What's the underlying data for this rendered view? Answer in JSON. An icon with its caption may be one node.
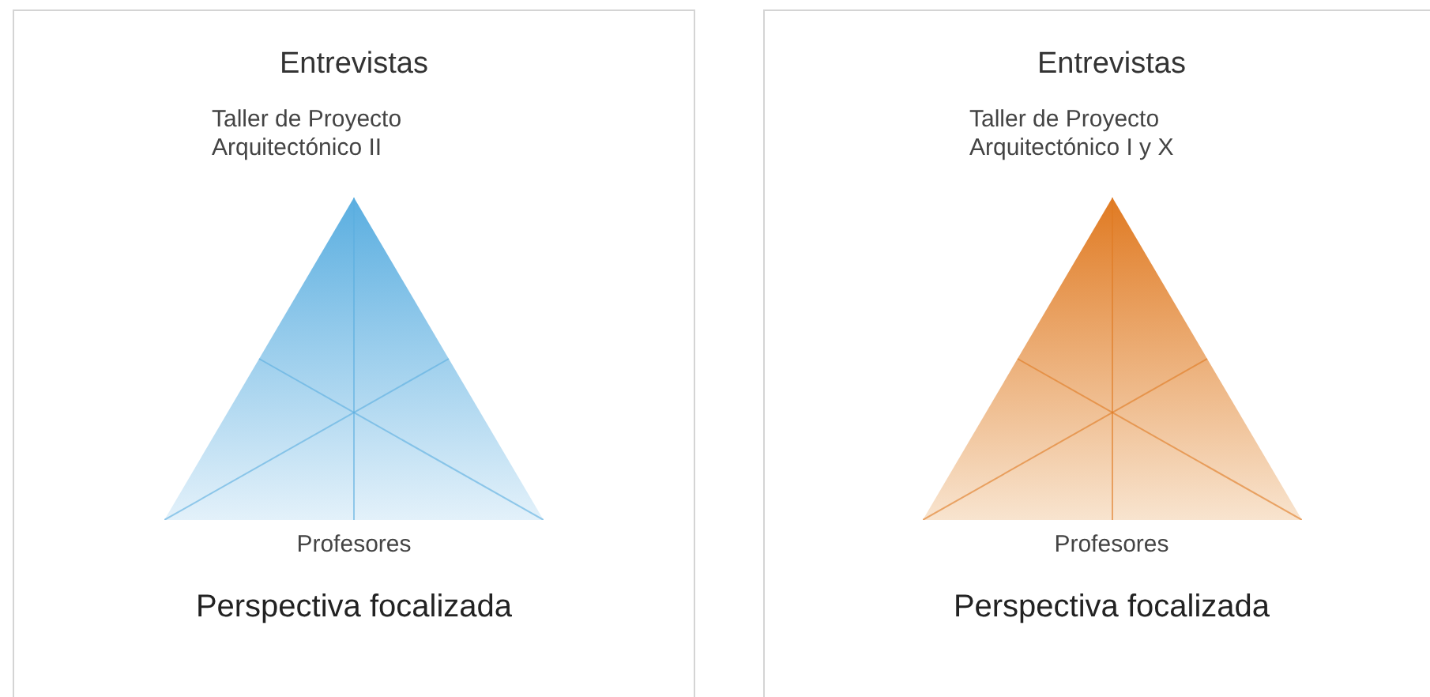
{
  "diagram": {
    "nodes": [
      {
        "text": [
          "Entrevistas",
          "Taller de Proyecto Arquitectónico II",
          "Profesores",
          "Perspectiva focalizada"
        ]
      },
      {
        "text": [],
        "shape": "triangle",
        "in": 0
      },
      {
        "text": [
          "Entrevistas",
          "Taller de Proyecto Arquitectónico I y X",
          "Profesores",
          "Perspectiva focalizada"
        ]
      },
      {
        "text": [],
        "shape": "triangle",
        "in": 2
      }
    ]
  }
}
